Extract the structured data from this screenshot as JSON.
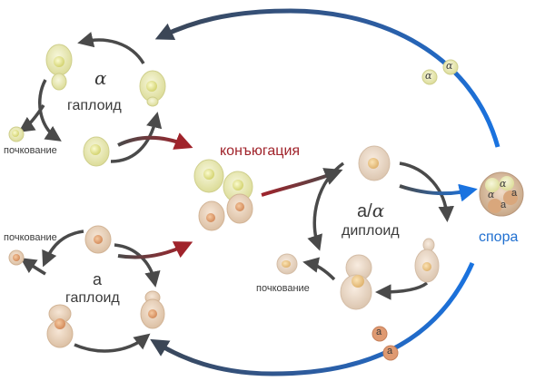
{
  "haploid_alpha": {
    "symbol": "α",
    "name": "гаплоид",
    "budding": "почкование"
  },
  "haploid_a": {
    "symbol": "a",
    "name": "гаплоид",
    "budding": "почкование"
  },
  "conjugation": "конъюгация",
  "diploid": {
    "symbol_a": "a/",
    "symbol_alpha": "α",
    "name": "диплоид",
    "budding": "почкование"
  },
  "spore": {
    "label": "спора",
    "contents": [
      "α",
      "α",
      "a",
      "a"
    ]
  },
  "free_spores_alpha": [
    "α",
    "α"
  ],
  "free_spores_a": [
    "a",
    "a"
  ],
  "colors": {
    "cycle_arrow": "#4a4a4a",
    "conjugation": "#a0232b",
    "spore_label": "#1f6fd0",
    "alpha_cell": "#e6e6ad",
    "a_cell": "#e4b994",
    "diploid_cell": "#ead7c4"
  }
}
